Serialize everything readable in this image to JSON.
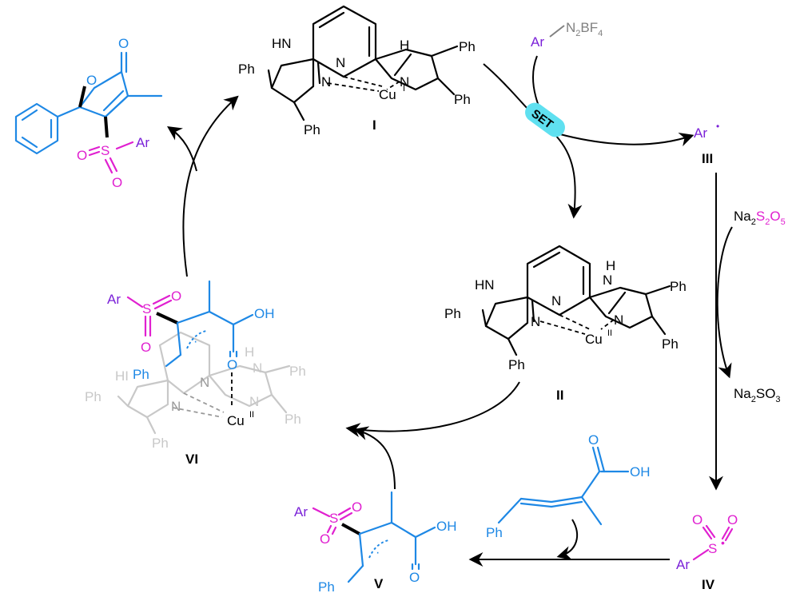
{
  "colors": {
    "black": "#000000",
    "purple": "#7b22d8",
    "magenta": "#e020d0",
    "blue": "#1e88e5",
    "gray": "#c8c8c8",
    "set_pill": "#5fe0f0",
    "arn2_gray": "#808080"
  },
  "labels": {
    "cu": "Cu",
    "cu_i_ox": "I",
    "cu_ii_ox": "II",
    "hn": "HN",
    "h": "H",
    "n": "N",
    "ph": "Ph",
    "o": "O",
    "s": "S",
    "ar": "Ar",
    "oh": "OH",
    "hi_fragment": "HI",
    "methyl_dot": "·",
    "radical_dot": "•",
    "n2": "N",
    "n2_sub": "2",
    "bf": "BF",
    "bf_sub": "4",
    "set": "SET",
    "na2s2o5": {
      "na": "Na",
      "s1": "2",
      "s": "S",
      "s2": "2",
      "o": "O",
      "o_sub": "5"
    },
    "na2so3": {
      "na": "Na",
      "s1": "2",
      "s": "SO",
      "o_sub": "3"
    }
  },
  "species": {
    "I": "I",
    "II": "II",
    "III": "III",
    "IV": "IV",
    "V": "V",
    "VI": "VI"
  }
}
